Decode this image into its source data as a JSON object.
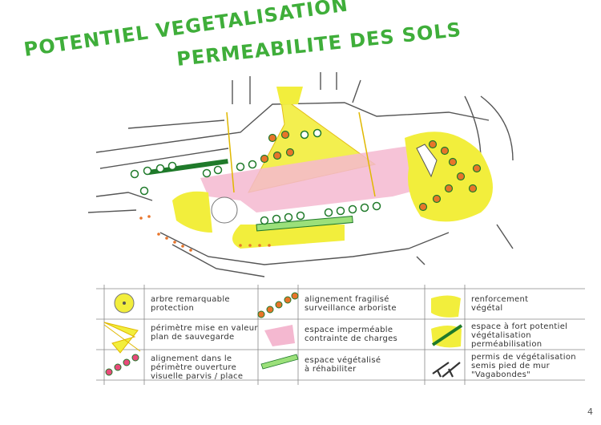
{
  "titles": {
    "line1": "POTENTIEL VEGETALISATION",
    "line2": "PERMEABILITE DES SOLS"
  },
  "legend": [
    {
      "id": "arbre",
      "line1": "arbre remarquable",
      "line2": "protection",
      "swatch": "yellow-circle"
    },
    {
      "id": "perimetre",
      "line1": "périmètre mise en valeur",
      "line2": "plan de sauvegarde",
      "swatch": "yellow-star"
    },
    {
      "id": "alignement-perimetre",
      "line1": "alignement dans le",
      "line2": "périmètre ouverture",
      "line3": "visuelle parvis / place",
      "swatch": "pink-dots"
    },
    {
      "id": "alignement-fragilise",
      "line1": "alignement fragilisé",
      "line2": "surveillance arboriste",
      "swatch": "orange-dots"
    },
    {
      "id": "espace-impermeable",
      "line1": "espace imperméable",
      "line2": "contrainte de charges",
      "swatch": "pink-area"
    },
    {
      "id": "espace-vegetalise",
      "line1": "espace végétalisé",
      "line2": "à réhabiliter",
      "swatch": "green-strip"
    },
    {
      "id": "renforcement",
      "line1": "renforcement",
      "line2": "végétal",
      "swatch": "yellow-blob"
    },
    {
      "id": "espace-fort-potentiel",
      "line1": "espace à fort potentiel",
      "line2": "végétalisation",
      "line3": "perméabilisation",
      "swatch": "yellow-green-strip"
    },
    {
      "id": "permis",
      "line1": "permis de végétalisation",
      "line2": "semis pied de mur",
      "line3": "\"Vagabondes\"",
      "swatch": "dark-marks"
    }
  ],
  "colors": {
    "title_green": "#3fae3a",
    "yellow": "#f2ee3c",
    "pink": "#f4b8d0",
    "orange": "#e8742a",
    "dark_green": "#1f7a2a",
    "light_green": "#9be07a"
  },
  "page_number": "4"
}
